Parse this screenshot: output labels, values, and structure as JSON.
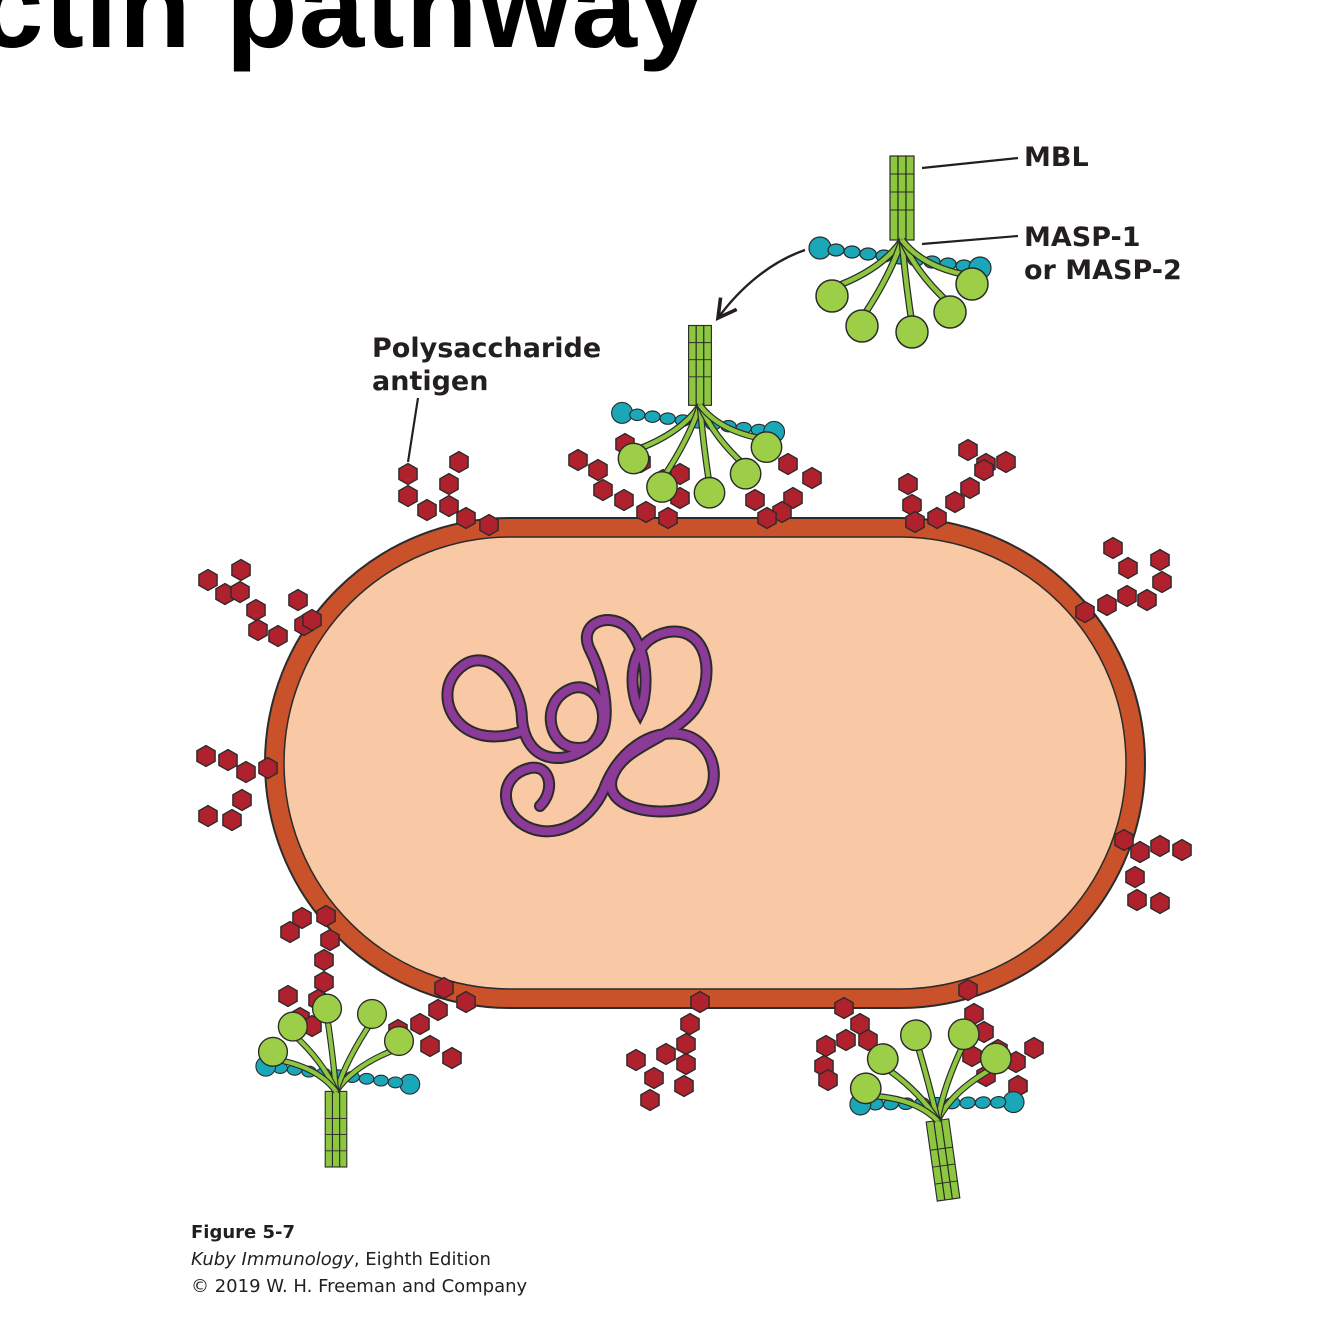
{
  "title": "ctin pathway",
  "labels": {
    "mbl": "MBL",
    "masp_line1": "MASP-1",
    "masp_line2": "or MASP-2",
    "antigen_line1": "Polysaccharide",
    "antigen_line2": "antigen"
  },
  "caption": {
    "figure": "Figure 5-7",
    "book": "Kuby Immunology",
    "edition": ", Eighth Edition",
    "copyright": "© 2019 W. H. Freeman and Company"
  },
  "colors": {
    "cytoplasm": "#f9c8a4",
    "wall": "#c9522a",
    "dna": "#8c3a97",
    "sugar": "#b0212e",
    "mbl_green": "#8dc63f",
    "mbl_head": "#9ccf47",
    "masp_teal": "#1aa7b8",
    "outline": "#2b2b2b"
  }
}
